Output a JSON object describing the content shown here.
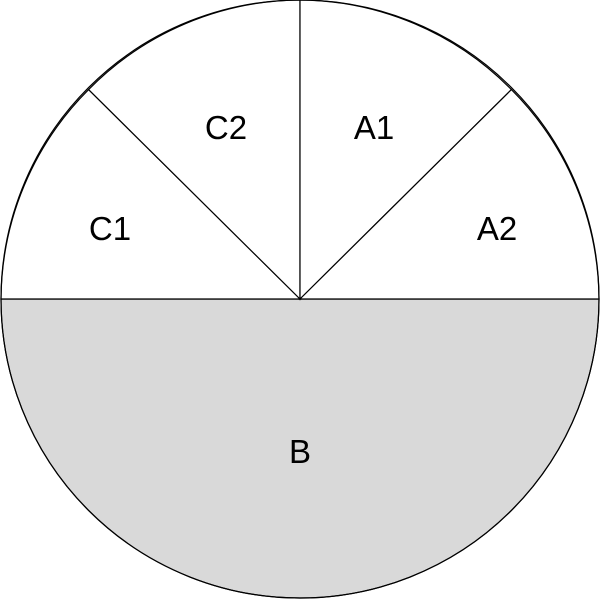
{
  "diagram": {
    "sectors": [
      {
        "id": "A1",
        "label": "A1",
        "start_deg": 90,
        "end_deg": 45,
        "fill": "#ffffff"
      },
      {
        "id": "A2",
        "label": "A2",
        "start_deg": 45,
        "end_deg": 0,
        "fill": "#ffffff"
      },
      {
        "id": "C2",
        "label": "C2",
        "start_deg": 135,
        "end_deg": 90,
        "fill": "#ffffff"
      },
      {
        "id": "C1",
        "label": "C1",
        "start_deg": 180,
        "end_deg": 135,
        "fill": "#ffffff"
      },
      {
        "id": "B",
        "label": "B",
        "start_deg": 180,
        "end_deg": 360,
        "fill": "#d9d9d9"
      }
    ],
    "stroke_color": "#000000"
  }
}
